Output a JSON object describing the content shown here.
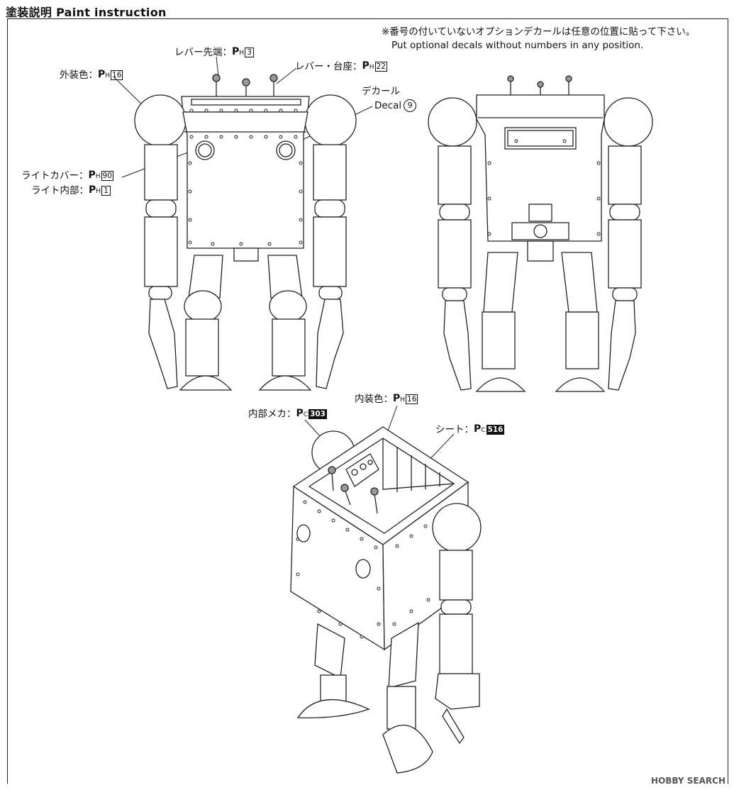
{
  "title": "塗装説明 Paint instruction",
  "note": {
    "jp": "※番号の付いていないオプションデカールは任意の位置に貼って下さい。",
    "en": "Put optional decals without numbers in any position."
  },
  "labels": {
    "lever_tip": {
      "text": "レバー先端：",
      "series": "H",
      "num": "3"
    },
    "lever_base": {
      "text": "レバー・台座：",
      "series": "H",
      "num": "22"
    },
    "exterior": {
      "text": "外装色：",
      "series": "H",
      "num": "16"
    },
    "decal_jp": "デカール",
    "decal_en": "Decal",
    "decal_num": "9",
    "light_cover": {
      "text": "ライトカバー：",
      "series": "H",
      "num": "90"
    },
    "light_inner": {
      "text": "ライト内部：",
      "series": "H",
      "num": "1"
    },
    "interior": {
      "text": "内装色：",
      "series": "H",
      "num": "16"
    },
    "inner_mech": {
      "text": "内部メカ：",
      "series": "C",
      "num": "303"
    },
    "seat": {
      "text": "シート：",
      "series": "C",
      "num": "516"
    }
  },
  "paint_prefix": "P",
  "watermark": "HOBBY SEARCH"
}
